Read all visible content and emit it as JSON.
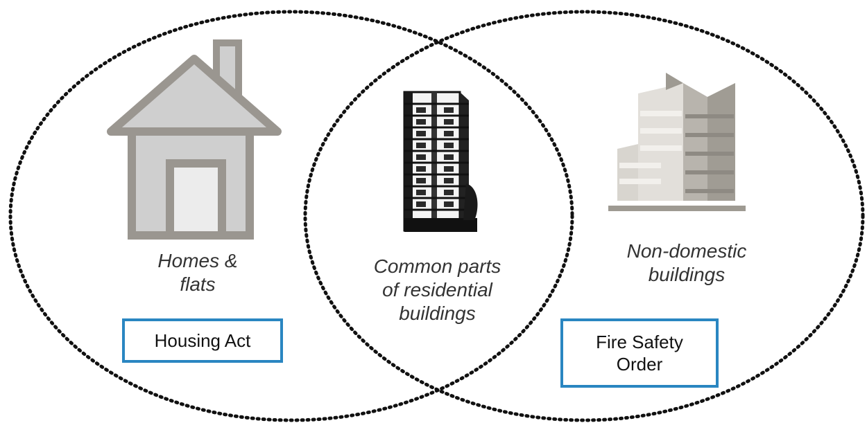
{
  "regions": {
    "left_label": "Homes &\nflats",
    "center_label": "Common parts\nof residential\nbuildings",
    "right_label": "Non-domestic\nbuildings"
  },
  "boxes": {
    "left": "Housing Act",
    "right": "Fire Safety\nOrder"
  },
  "colors": {
    "box_border": "#2a86c1",
    "house_fill": "#cfcfcf",
    "house_stroke": "#9a9690",
    "office_light": "#d8d5cf",
    "office_dark": "#9e9a92"
  },
  "icons": {
    "left": "house-icon",
    "center": "apartment-tower-icon",
    "right": "office-building-icon"
  }
}
